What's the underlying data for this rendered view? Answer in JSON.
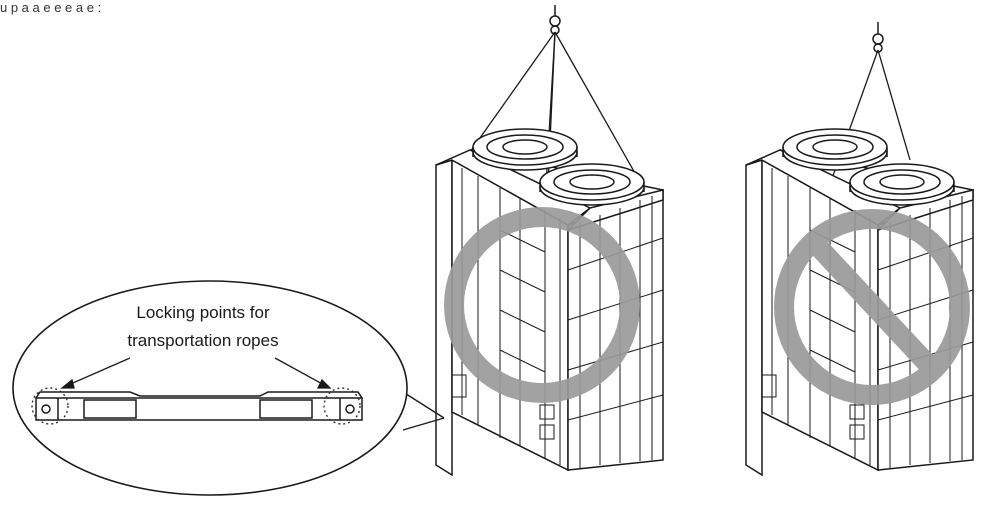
{
  "caption": {
    "top_fragment": "u    p              a      a    e   e    e      a    e  :"
  },
  "callout": {
    "line1": "Locking points for",
    "line2": "transportation ropes"
  },
  "colors": {
    "line": "#1a1a1a",
    "circle_mark": "#9a9a9a",
    "callout_dotted": "#333333"
  },
  "icons": {
    "correct": "circle-mark-icon",
    "incorrect": "prohibited-sign-icon"
  }
}
